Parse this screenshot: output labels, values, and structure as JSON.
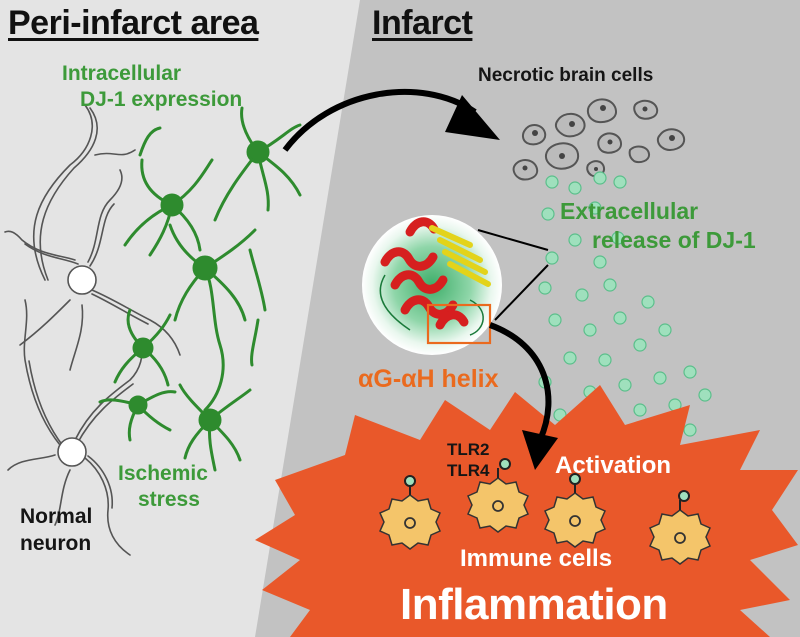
{
  "titles": {
    "left": "Peri-infarct area",
    "right": "Infarct"
  },
  "labels": {
    "intracellular_line1": "Intracellular",
    "intracellular_line2": "DJ-1 expression",
    "necrotic": "Necrotic brain cells",
    "extracellular_line1": "Extracellular",
    "extracellular_line2": "release of DJ-1",
    "helix_prefix": "αG-αH",
    "helix_suffix": "helix",
    "tlr2": "TLR2",
    "tlr4": "TLR4",
    "activation": "Activation",
    "ischemic_line1": "Ischemic",
    "ischemic_line2": "stress",
    "normal_line1": "Normal",
    "normal_line2": "neuron",
    "immune": "Immune cells",
    "inflammation": "Inflammation"
  },
  "colors": {
    "left_panel": "#e4e4e4",
    "right_panel": "#c2c2c2",
    "neuron_green": "#2e8b2e",
    "dj1_dot": "#9fe0bd",
    "explosion": "#e9582a",
    "immune_cell": "#f4c56a",
    "helix_red": "#d61f1f",
    "orange_text": "#ea6a1e"
  },
  "icons": [
    "normal-neuron-icon",
    "ischemic-neuron-icon",
    "necrotic-cell-icon",
    "dj1-molecule-icon",
    "protein-structure-icon",
    "immune-cell-icon",
    "tlr-receptor-icon",
    "inflammation-burst-icon",
    "arrow-icon"
  ]
}
